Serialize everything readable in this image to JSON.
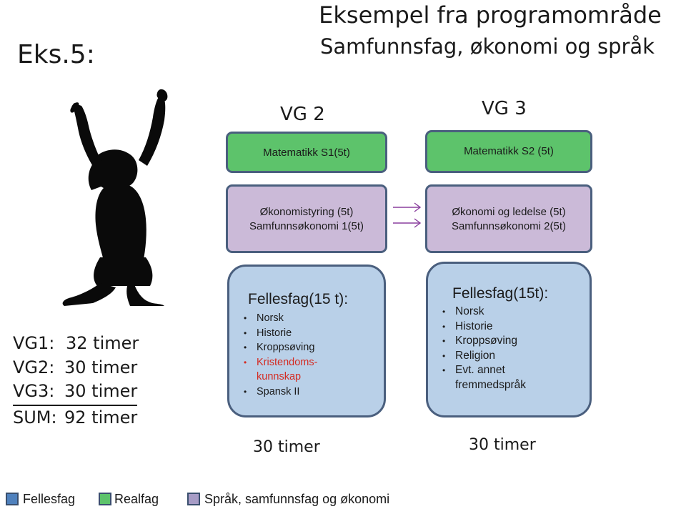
{
  "header": {
    "slide_label": "Eks.5:",
    "title_line1": "Eksempel fra programområde",
    "title_line2": "Samfunnsfag, økonomi og språk"
  },
  "columns": [
    {
      "heading": "VG 2",
      "realfag": "Matematikk S1(5t)",
      "program_lines": [
        "Økonomistyring (5t)",
        "Samfunnsøkonomi 1(5t)"
      ],
      "fellesfag_heading": "Fellesfag(15 t):",
      "fellesfag_items": [
        {
          "text": "Norsk",
          "highlight": false
        },
        {
          "text": "Historie",
          "highlight": false
        },
        {
          "text": "Kroppsøving",
          "highlight": false
        },
        {
          "text": "Kristendoms-",
          "highlight": true
        },
        {
          "text": "kunnskap",
          "highlight": true,
          "continuation": true
        },
        {
          "text": "Spansk II",
          "highlight": false
        }
      ],
      "timer": "30 timer"
    },
    {
      "heading": "VG 3",
      "realfag": "Matematikk S2 (5t)",
      "program_lines": [
        "Økonomi og ledelse (5t)",
        "Samfunnsøkonomi 2(5t)"
      ],
      "fellesfag_heading": "Fellesfag(15t):",
      "fellesfag_items": [
        {
          "text": "Norsk",
          "highlight": false
        },
        {
          "text": "Historie",
          "highlight": false
        },
        {
          "text": "Kroppsøving",
          "highlight": false
        },
        {
          "text": "Religion",
          "highlight": false
        },
        {
          "text": "Evt. annet",
          "highlight": false
        },
        {
          "text": "fremmedspråk",
          "highlight": false,
          "continuation": true
        }
      ],
      "timer": "30 timer"
    }
  ],
  "hours_summary": [
    {
      "label": "VG1:",
      "value": "32 timer"
    },
    {
      "label": "VG2:",
      "value": "30 timer"
    },
    {
      "label": "VG3:",
      "value": "30 timer"
    },
    {
      "label": "SUM:",
      "value": "92 timer"
    }
  ],
  "legend": [
    {
      "label": "Fellesfag",
      "color": "#4f81bd"
    },
    {
      "label": "Realfag",
      "color": "#5dc36b"
    },
    {
      "label": "Språk, samfunnsfag og økonomi",
      "color": "#a79cc6"
    }
  ],
  "colors": {
    "realfag_box": "#5dc36b",
    "program_box": "#cbbad8",
    "fellesfag_box": "#b9d0e8",
    "box_border": "#4a5f7e",
    "highlight_text": "#d42b22",
    "arrow": "#8a3f9e"
  },
  "icons": {
    "silhouette": "jumping-person-silhouette",
    "arrows": "right-arrow"
  }
}
